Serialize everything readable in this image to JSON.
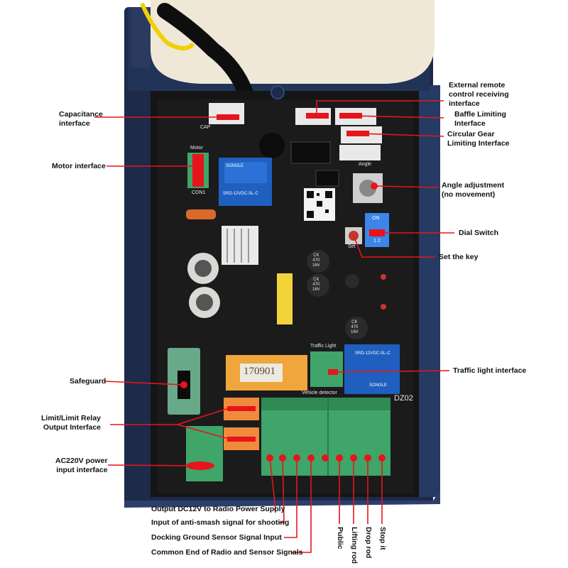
{
  "labels": {
    "capacitance": "Capacitance\ninterface",
    "motor": "Motor interface",
    "safeguard": "Safeguard",
    "limit_relay": "Limit/Limit Relay\nOutput Interface",
    "ac220v": "AC220V power\ninput interface",
    "external_remote": "External remote\ncontrol receiving\ninterface",
    "baffle": "Baffle Limiting\nInterface",
    "circular_gear": "Circular Gear\nLimiting Interface",
    "angle": "Angle adjustment\n(no movement)",
    "dial_switch": "Dial Switch",
    "set_key": "Set the key",
    "traffic_light": "Traffic light interface",
    "dc12v": "Output DC12V to Radio Power Supply",
    "anti_smash": "Input of anti-smash signal for shooting",
    "docking": "Docking Ground Sensor Signal Input",
    "common_end": "Common End of Radio and Sensor Signals",
    "public": "Public",
    "lifting_rod": "Lifting rod",
    "drop_rod": "Drop rod",
    "stop_it": "Stop it"
  },
  "board": {
    "stamp": "170901",
    "relay_brand": "SONGLE",
    "relay_model": "SRD-12VDC-SL-C",
    "cap_text": "CK\n470\n16V",
    "motor_silk": "Motor",
    "con_silk": "CON1",
    "cap_silk": "CAP",
    "angle_silk": "Angle",
    "set_silk": "Set",
    "on_silk": "ON",
    "dip_nums": "1 2",
    "traffic_silk": "Traffic Light",
    "vehicle_silk": "Vehicle detector",
    "model_silk": "DZ02"
  },
  "colors": {
    "accent": "#e8141b",
    "enclosure": "#1d2a4a",
    "pcb": "#151515",
    "terminal_green": "#3fa569",
    "terminal_orange": "#f08a3c",
    "relay_blue": "#1f5fbf"
  }
}
